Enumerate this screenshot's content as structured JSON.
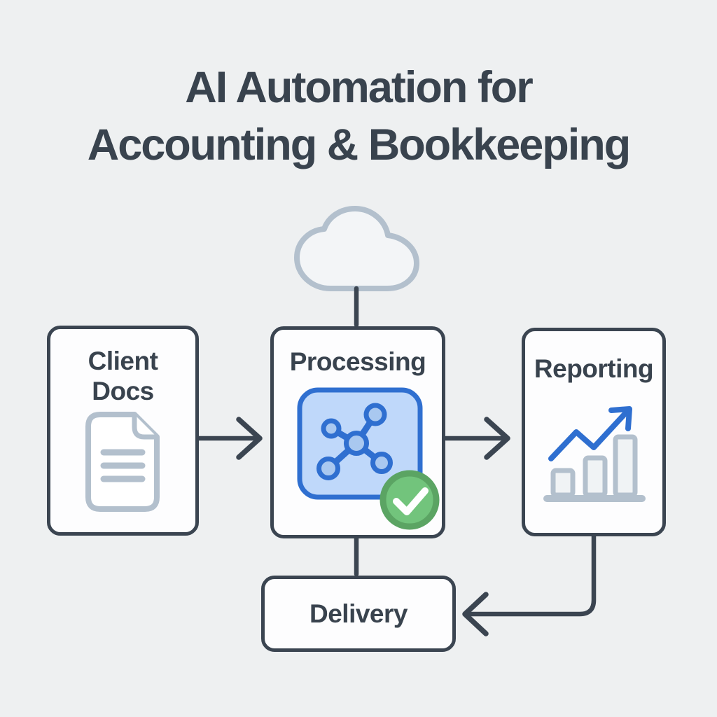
{
  "title": {
    "line1": "AI Automation for",
    "line2": "Accounting & Bookkeeping"
  },
  "nodes": [
    {
      "id": "client-docs",
      "label": "Client Docs",
      "icon": "document-icon"
    },
    {
      "id": "processing",
      "label": "Processing",
      "icon": "network-nodes-icon",
      "badge": "check-badge-icon"
    },
    {
      "id": "reporting",
      "label": "Reporting",
      "icon": "bar-chart-trend-icon"
    },
    {
      "id": "delivery",
      "label": "Delivery"
    }
  ],
  "decorations": {
    "cloud": "cloud-icon"
  },
  "connectors": [
    {
      "from": "cloud",
      "to": "processing",
      "type": "line"
    },
    {
      "from": "client-docs",
      "to": "processing",
      "type": "arrow-right"
    },
    {
      "from": "processing",
      "to": "reporting",
      "type": "arrow-right"
    },
    {
      "from": "processing",
      "to": "delivery",
      "type": "line"
    },
    {
      "from": "reporting",
      "to": "delivery",
      "type": "elbow-arrow-left"
    }
  ],
  "colors": {
    "background": "#eef0f1",
    "node_fill": "#fdfdfe",
    "outline_dark": "#3b4551",
    "text_dark": "#39434e",
    "icon_muted": "#b3c0cd",
    "accent_blue": "#2f6fd0",
    "accent_blue_fill": "#bfd8fa",
    "accent_green": "#72c47c",
    "accent_green_ring": "#5ba463"
  }
}
